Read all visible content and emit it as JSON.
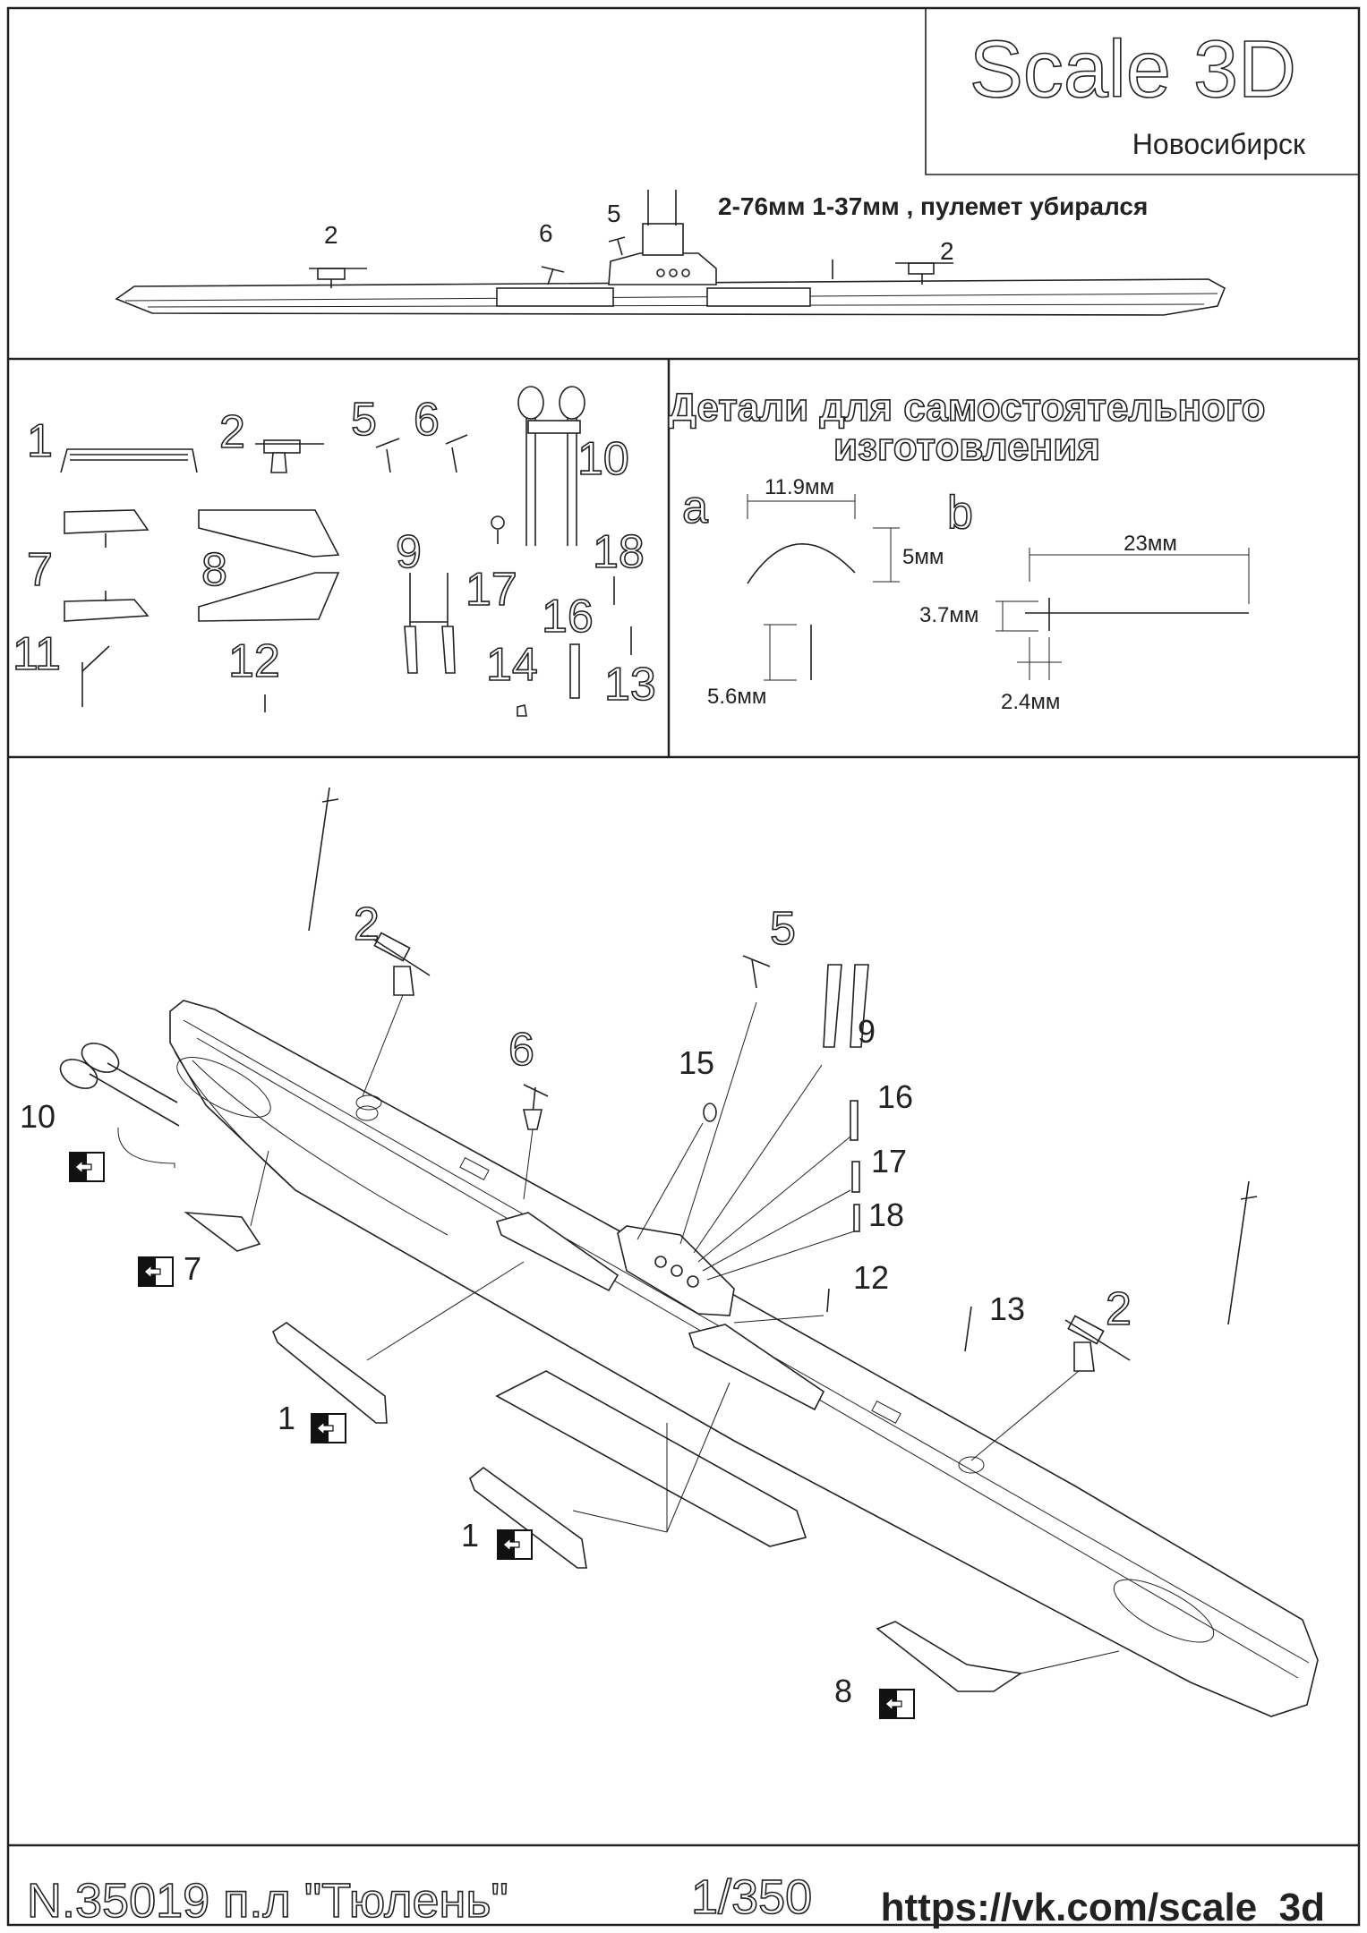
{
  "brand": {
    "title": "Scale 3D",
    "city": "Новосибирск"
  },
  "top_view": {
    "note": "2-76мм 1-37мм , пулемет  убирался",
    "labels": [
      "2",
      "6",
      "5",
      "2"
    ]
  },
  "parts_panel": {
    "numbers": [
      "1",
      "2",
      "5",
      "6",
      "10",
      "7",
      "8",
      "9",
      "17",
      "18",
      "16",
      "11",
      "12",
      "14",
      "13"
    ]
  },
  "self_made": {
    "title_line1": "Детали для самостоятельного",
    "title_line2": "изготовления",
    "a": {
      "label": "a",
      "width": "11.9мм",
      "height": "5мм",
      "length": "5.6мм"
    },
    "b": {
      "label": "b",
      "length": "23мм",
      "offset": "3.7мм",
      "span": "2.4мм"
    }
  },
  "assembly": {
    "callouts": [
      "2",
      "5",
      "9",
      "6",
      "15",
      "16",
      "17",
      "18",
      "10",
      "7",
      "12",
      "13",
      "2",
      "1",
      "1",
      "8"
    ]
  },
  "footer": {
    "code": "N.35019 п.л  \"Тюлень\"",
    "scale": "1/350",
    "url": "https://vk.com/scale_3d"
  }
}
